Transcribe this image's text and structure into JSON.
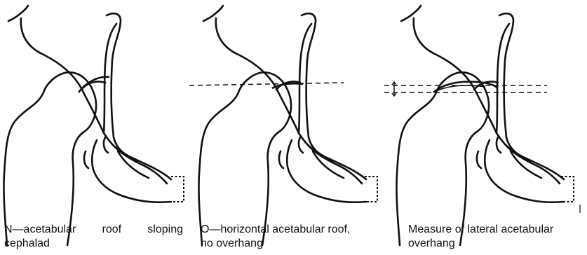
{
  "figures": [
    {
      "id": "N",
      "caption_line1": "N—acetabular roof sloping",
      "caption_line2": "cephalad"
    },
    {
      "id": "O",
      "caption_line1": "O—horizontal acetabular roof,",
      "caption_line2": "no overhang"
    },
    {
      "id": "measure",
      "caption_line1": "Measure of lateral acetabular",
      "caption_line2": "overhang"
    }
  ],
  "colors": {
    "ink": "#111111",
    "background": "#ffffff"
  }
}
